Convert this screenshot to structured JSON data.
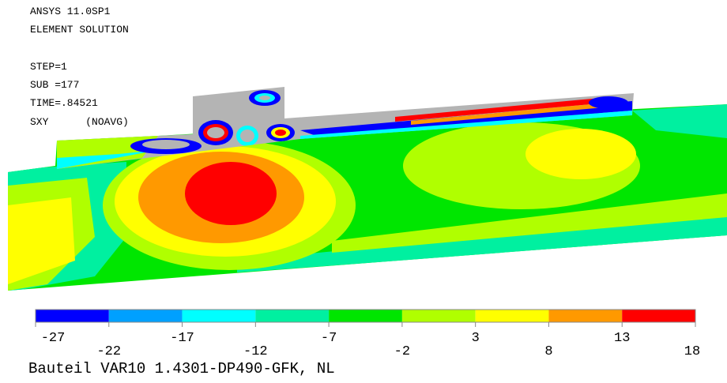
{
  "header": {
    "program": "ANSYS 11.0SP1",
    "solution": "ELEMENT SOLUTION",
    "step": "STEP=1",
    "sub": "SUB =177",
    "time": "TIME=.84521",
    "quantity": "SXY      (NOAVG)"
  },
  "legend": {
    "bands": [
      {
        "from": -27,
        "to": -22,
        "color": "#0000ff"
      },
      {
        "from": -22,
        "to": -17,
        "color": "#00a0ff"
      },
      {
        "from": -17,
        "to": -12,
        "color": "#00ffff"
      },
      {
        "from": -12,
        "to": -7,
        "color": "#00f0a0"
      },
      {
        "from": -7,
        "to": -2,
        "color": "#00e600"
      },
      {
        "from": -2,
        "to": 3,
        "color": "#b0ff00"
      },
      {
        "from": 3,
        "to": 8,
        "color": "#ffff00"
      },
      {
        "from": 8,
        "to": 13,
        "color": "#ff9900"
      },
      {
        "from": 13,
        "to": 18,
        "color": "#ff0000"
      }
    ],
    "tick_labels": [
      "-27",
      "-22",
      "-17",
      "-12",
      "-7",
      "-2",
      "3",
      "8",
      "13",
      "18"
    ]
  },
  "caption": "Bauteil VAR10 1.4301-DP490-GFK, NL",
  "colors": {
    "undeformed_gray": "#b4b4b4",
    "blue": "#0000ff",
    "lightblue": "#00a0ff",
    "cyan": "#00ffff",
    "teal": "#00f0a0",
    "green": "#00e600",
    "yellowgreen": "#b0ff00",
    "yellow": "#ffff00",
    "orange": "#ff9900",
    "red": "#ff0000"
  }
}
